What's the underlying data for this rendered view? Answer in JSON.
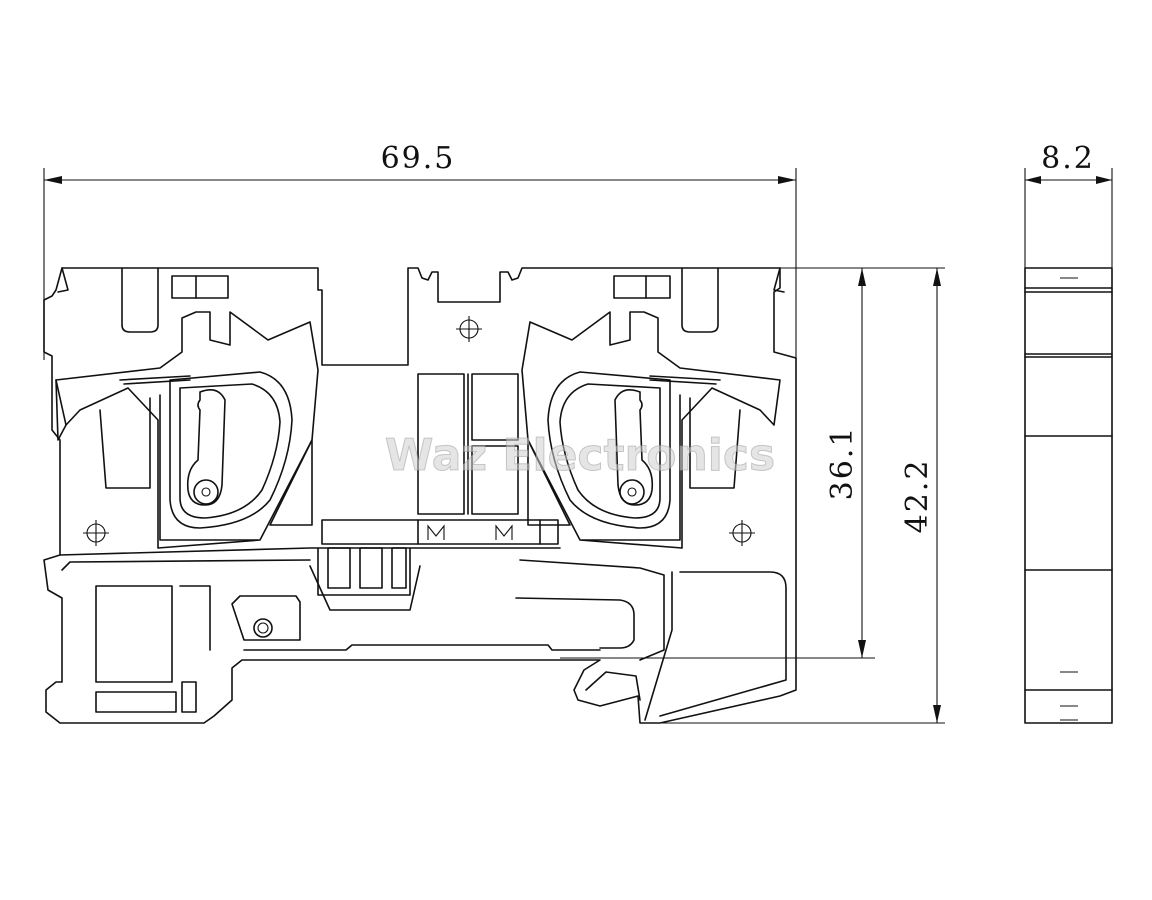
{
  "dimensions": {
    "width": "69.5",
    "inner_height": "36.1",
    "total_height": "42.2",
    "depth": "8.2"
  },
  "watermark": "Waz Electronics",
  "colors": {
    "line": "#111111",
    "background": "#ffffff",
    "watermark": "#cfcfcf"
  }
}
